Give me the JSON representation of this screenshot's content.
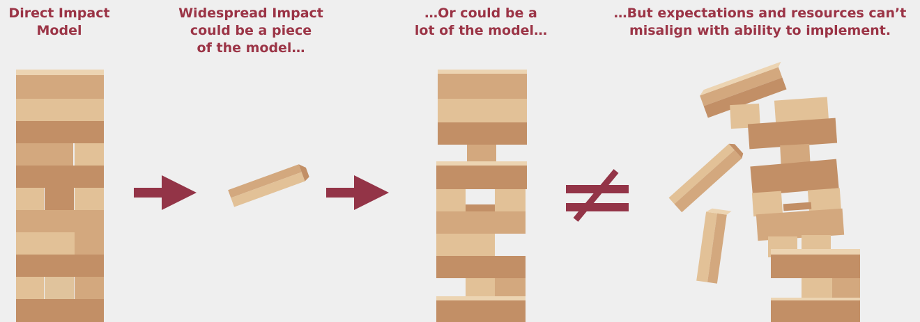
{
  "captions": {
    "direct_impact": "Direct Impact\nModel",
    "widespread_piece": "Widespread Impact\ncould be a piece\nof the model…",
    "lot_of_model": "…Or could be a\nlot of the model…",
    "misalign": "…But expectations and resources can’t\nmisalign with ability to implement."
  },
  "colors": {
    "caption": "#9b3446",
    "arrow": "#933447",
    "not_equal": "#933447",
    "block_light": "#e2c197",
    "block_mid": "#d3a87e",
    "block_dark": "#c28f66",
    "block_top": "#ecd4b2",
    "background": "#efefef"
  },
  "icons": {
    "arrow_1": "right-arrow-icon",
    "arrow_2": "right-arrow-icon",
    "not_equal": "not-equal-icon"
  }
}
